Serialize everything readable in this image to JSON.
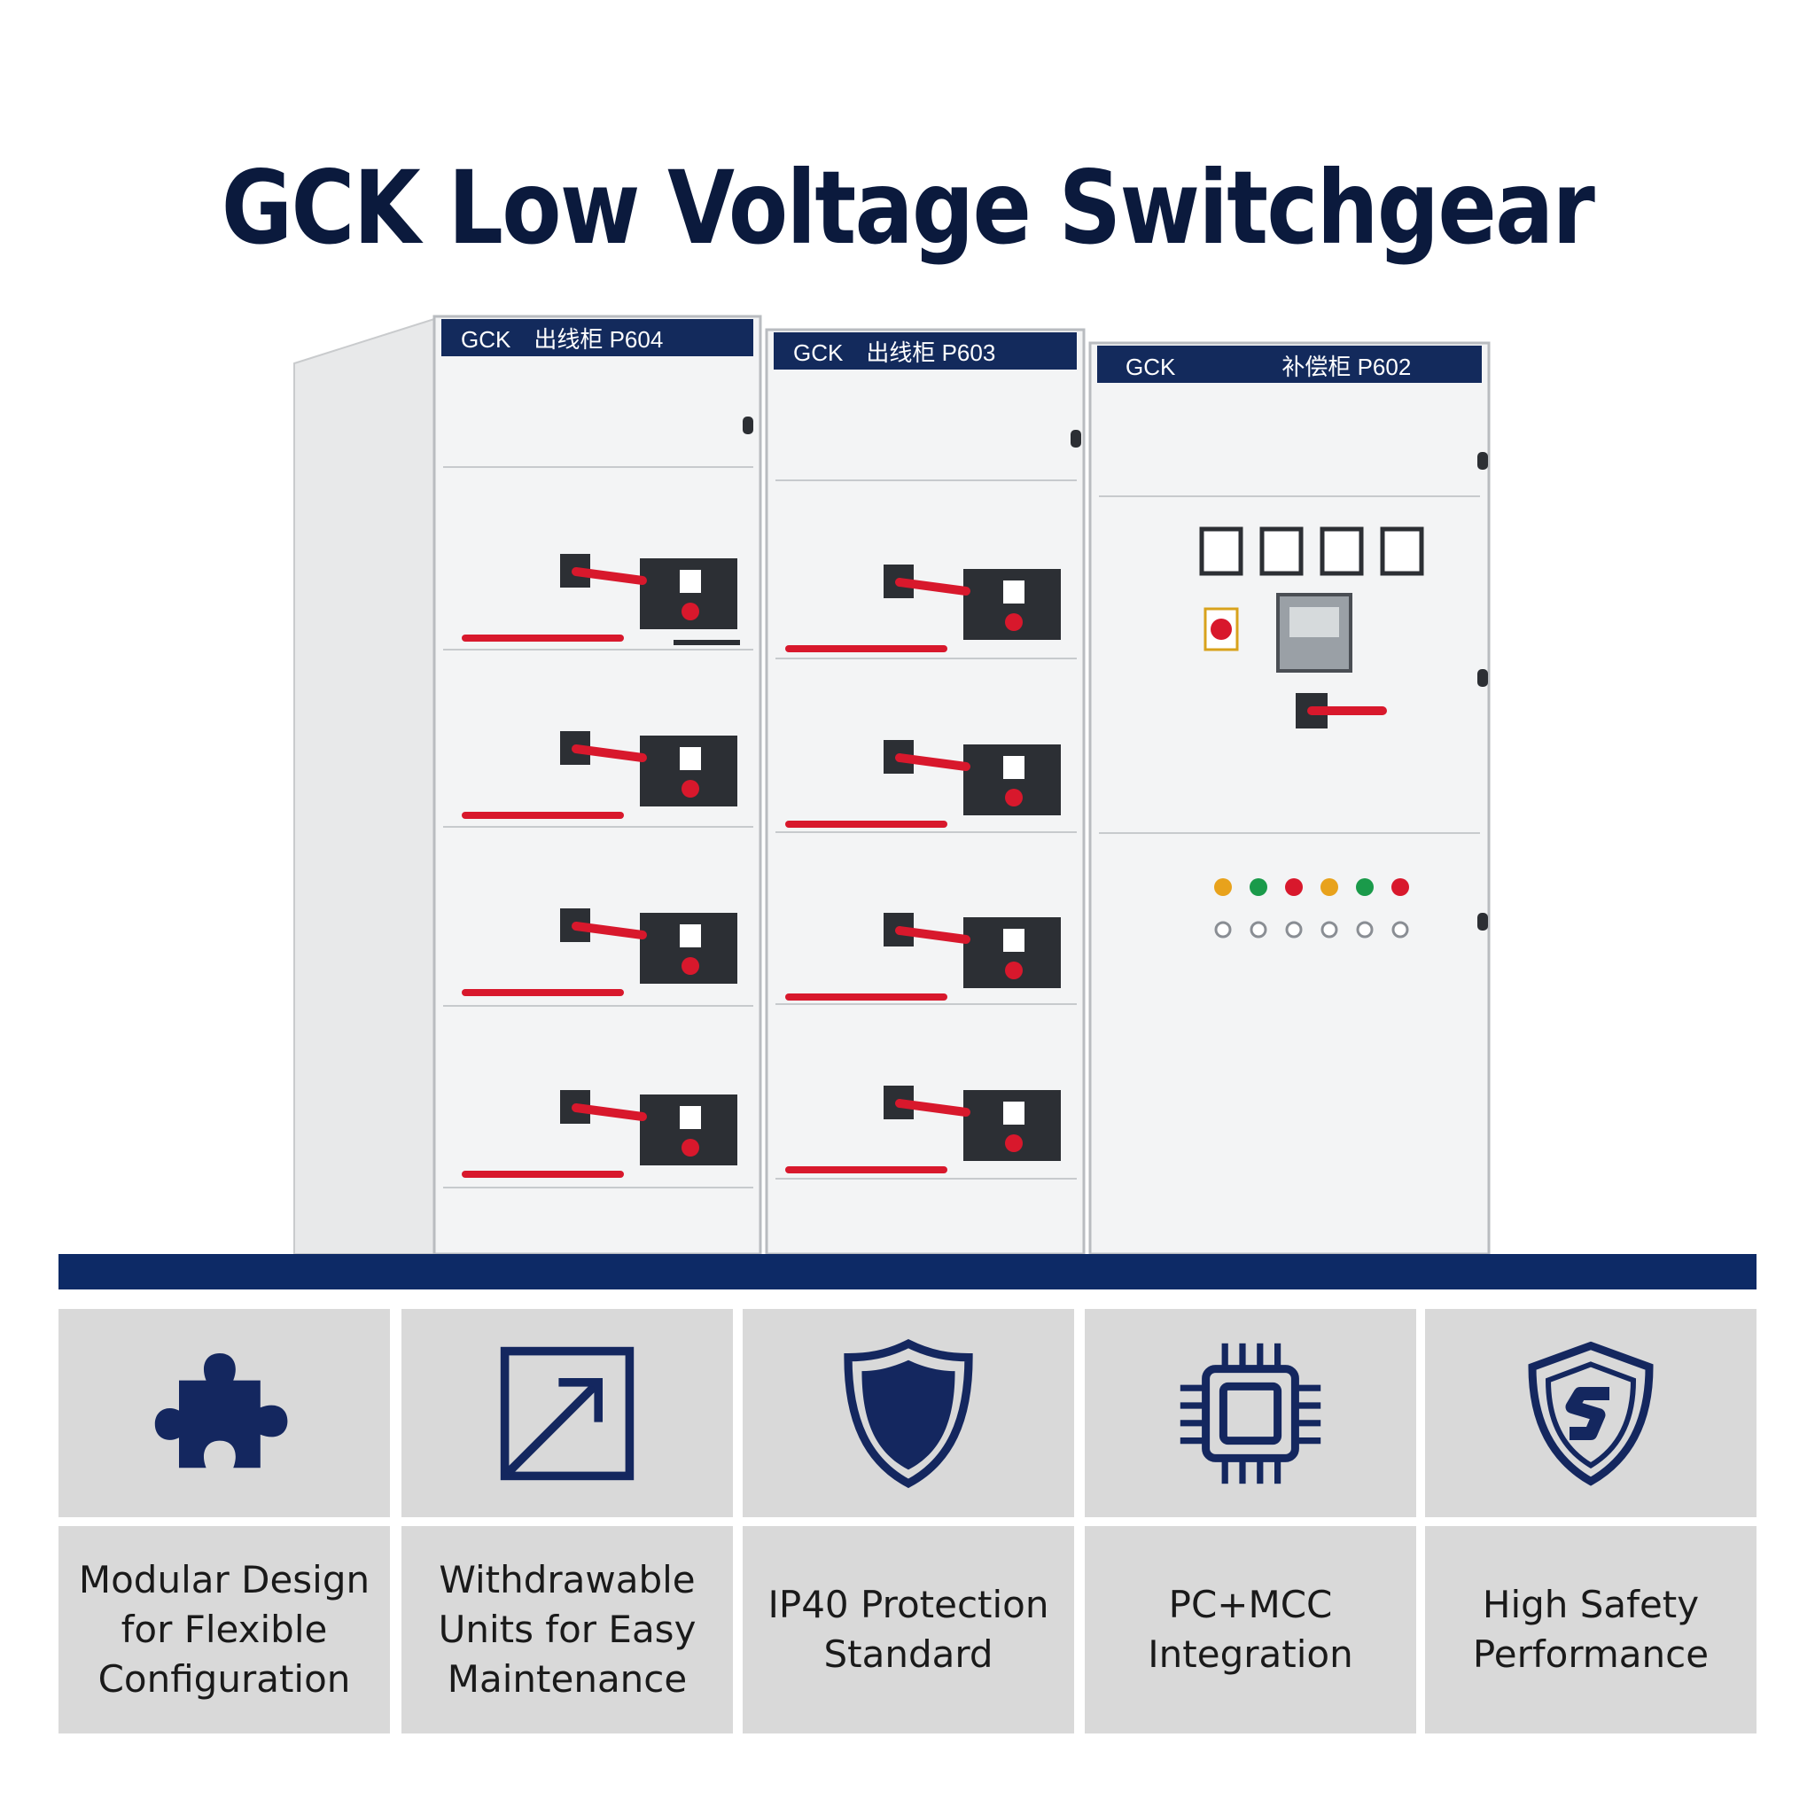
{
  "title": "GCK Low Voltage Switchgear",
  "cabinets": [
    {
      "brand": "GCK",
      "label": "出线柜 P604"
    },
    {
      "brand": "GCK",
      "label": "出线柜 P603"
    },
    {
      "brand": "GCK",
      "label": "补偿柜 P602"
    }
  ],
  "features": [
    {
      "icon": "puzzle-piece-icon",
      "label": "Modular Design\nfor Flexible\nConfiguration"
    },
    {
      "icon": "withdrawable-arrow-icon",
      "label": "Withdrawable\nUnits for Easy\nMaintenance"
    },
    {
      "icon": "shield-icon",
      "label": "IP40 Protection\nStandard"
    },
    {
      "icon": "chip-icon",
      "label": "PC+MCC\nIntegration"
    },
    {
      "icon": "safety-shield-s-icon",
      "label": "High Safety\nPerformance"
    }
  ],
  "colors": {
    "title": "#0b1a3d",
    "accent": "#0d2a66",
    "icon": "#14275f",
    "tile": "#d9d9d9"
  }
}
